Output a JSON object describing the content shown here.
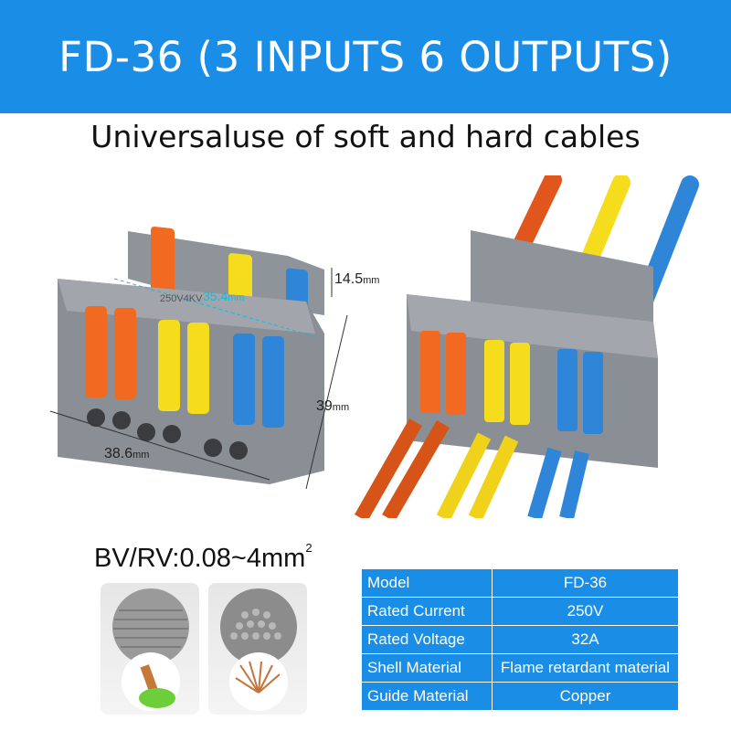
{
  "title": "FD-36 (3 INPUTS 6 OUTPUTS)",
  "subtitle": "Universaluse of soft and hard cables",
  "dimensions": {
    "height": "14.5",
    "depth": "39",
    "width": "38.6",
    "pitch": "35.4",
    "unit": "mm",
    "rating_print": "250V4KV"
  },
  "wire_spec": {
    "label": "BV/RV:0.08~4mm",
    "superscript": "2"
  },
  "specs": [
    {
      "key": "Model",
      "value": "FD-36"
    },
    {
      "key": "Rated Current",
      "value": "250V"
    },
    {
      "key": "Rated Voltage",
      "value": "32A"
    },
    {
      "key": "Shell Material",
      "value": "Flame retardant material"
    },
    {
      "key": "Guide Material",
      "value": "Copper"
    }
  ],
  "colors": {
    "banner": "#1a8ee6",
    "table": "#1a8ee6",
    "orange": "#f26a21",
    "yellow": "#f5dc1c",
    "blue": "#2f86d8",
    "housing": "#8b8f96"
  },
  "icons": [
    "hard-wire-icon",
    "stranded-wire-icon"
  ]
}
